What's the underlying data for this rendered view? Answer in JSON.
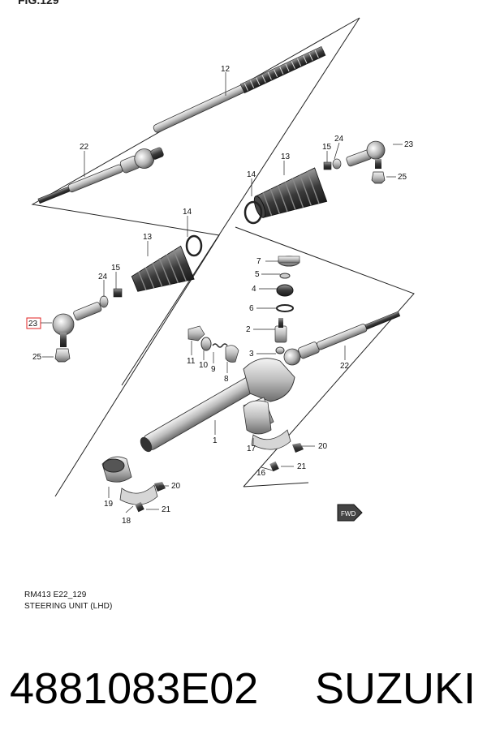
{
  "figure": {
    "header": "FIG.129",
    "code": "RM413 E22_129",
    "title": "STEERING UNIT (LHD)"
  },
  "footer": {
    "part_number": "4881083E02",
    "brand": "SUZUKI"
  },
  "callouts": {
    "c1": "1",
    "c2": "2",
    "c3": "3",
    "c4": "4",
    "c5": "5",
    "c6": "6",
    "c7": "7",
    "c8": "8",
    "c9": "9",
    "c10": "10",
    "c11": "11",
    "c12": "12",
    "c13a": "13",
    "c13b": "13",
    "c14a": "14",
    "c14b": "14",
    "c15a": "15",
    "c15b": "15",
    "c16": "16",
    "c17": "17",
    "c18": "18",
    "c19": "19",
    "c20a": "20",
    "c20b": "20",
    "c21a": "21",
    "c21b": "21",
    "c22a": "22",
    "c22b": "22",
    "c23a": "23",
    "c23b": "23",
    "c24a": "24",
    "c24b": "24",
    "c25a": "25",
    "c25b": "25"
  },
  "highlight": {
    "part": "23",
    "color": "#e02020"
  },
  "fwd_mark": "FWD"
}
